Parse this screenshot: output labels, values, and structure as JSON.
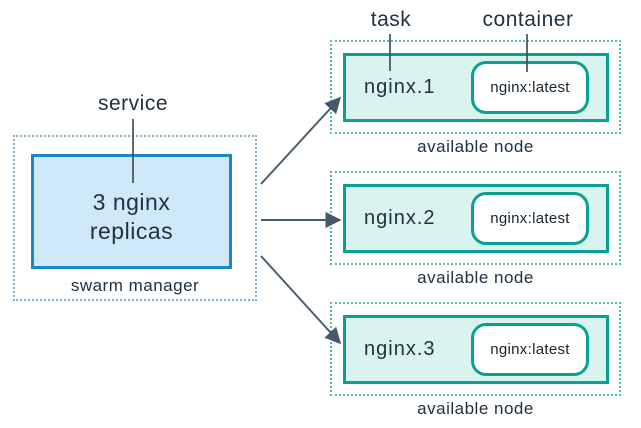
{
  "diagram": {
    "labels": {
      "service": "service",
      "task": "task",
      "container": "container"
    },
    "manager": {
      "replicas_line1": "3 nginx",
      "replicas_line2": "replicas",
      "caption": "swarm manager"
    },
    "nodes": [
      {
        "task": "nginx.1",
        "container": "nginx:latest",
        "caption": "available node"
      },
      {
        "task": "nginx.2",
        "container": "nginx:latest",
        "caption": "available node"
      },
      {
        "task": "nginx.3",
        "container": "nginx:latest",
        "caption": "available node"
      }
    ]
  },
  "colors": {
    "blue_border": "#1d87c4",
    "blue_fill": "#cfe9f8",
    "blue_dotted": "#8cb0ca",
    "teal_border": "#0aa093",
    "teal_fill": "#d9f3ef",
    "teal_dotted": "#4fbcac",
    "arrow": "#47586a",
    "text": "#22313f"
  }
}
